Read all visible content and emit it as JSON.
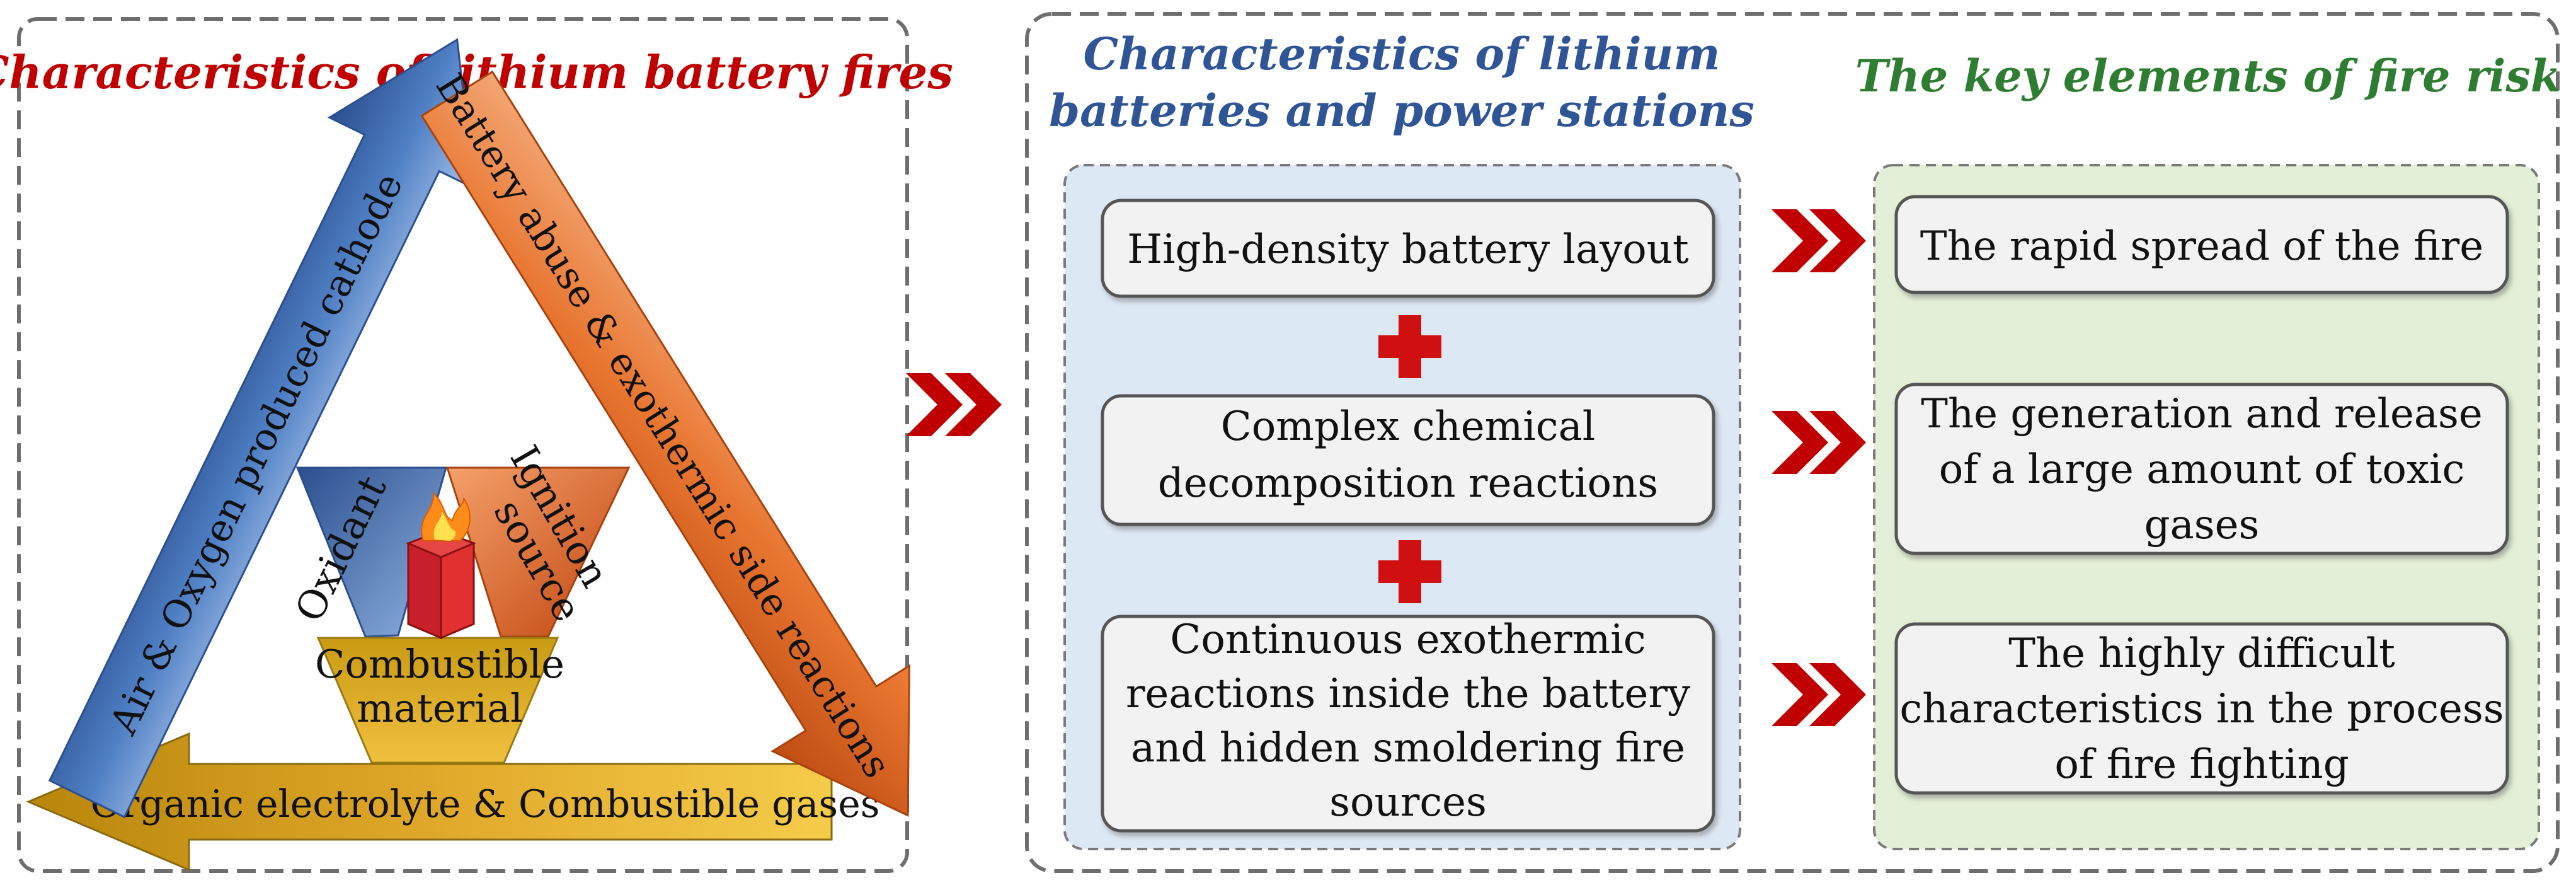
{
  "left_panel": {
    "title": "Characteristics of lithium battery fires",
    "arrows": {
      "left": "Air & Oxygen produced cathode",
      "right": "Battery abuse & exothermic side reactions",
      "bottom": "Organic electrolyte & Combustible gases"
    },
    "triangle": {
      "oxidant": "Oxidant",
      "ignition_line1": "Ignition",
      "ignition_line2": "source",
      "combustible_line1": "Combustible",
      "combustible_line2": "material"
    }
  },
  "middle": {
    "title_line1": "Characteristics of lithium",
    "title_line2": "batteries and power stations",
    "boxes": [
      {
        "lines": [
          "High-density battery layout"
        ]
      },
      {
        "lines": [
          "Complex chemical",
          "decomposition reactions"
        ]
      },
      {
        "lines": [
          "Continuous exothermic",
          "reactions inside the battery",
          "and hidden smoldering fire",
          "sources"
        ]
      }
    ]
  },
  "right": {
    "title": "The key elements of fire risk",
    "boxes": [
      {
        "lines": [
          "The rapid spread of the fire"
        ]
      },
      {
        "lines": [
          "The generation and release",
          "of a large amount of toxic",
          "gases"
        ]
      },
      {
        "lines": [
          "The highly difficult",
          "characteristics in the process",
          "of fire fighting"
        ]
      }
    ]
  },
  "colors": {
    "red_title": "#c00000",
    "blue_title": "#2f5597",
    "green_title": "#2e7d32",
    "chevron": "#c00000",
    "plus": "#d01010",
    "blue_panel": "#dde8f5",
    "green_panel": "#e3efd6"
  }
}
